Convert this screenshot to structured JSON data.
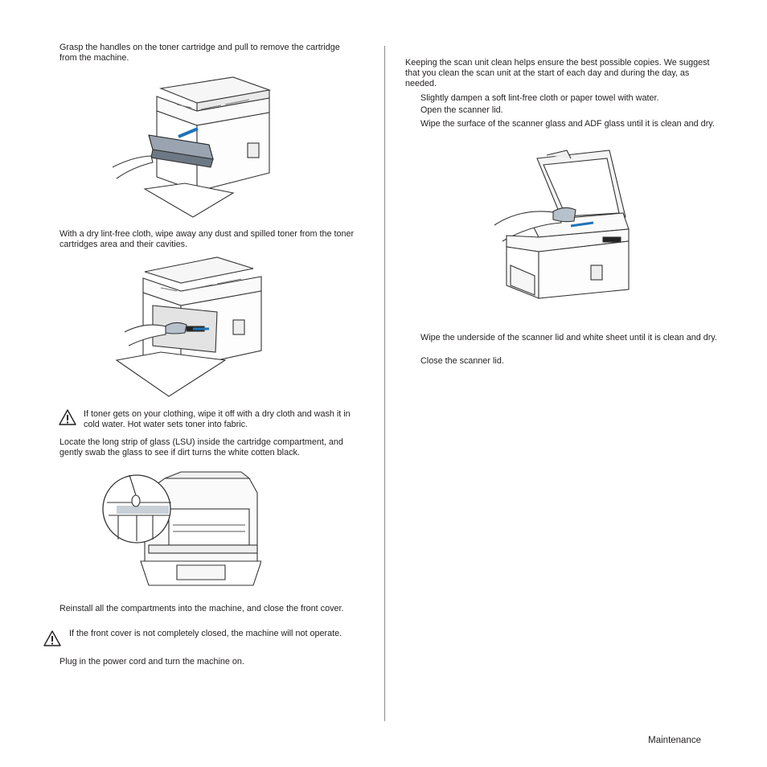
{
  "left": {
    "step_remove_cartridge": "Grasp the handles on the toner cartridge and pull to remove the cartridge from the machine.",
    "step_wipe_dust": "With a dry lint-free cloth, wipe away any dust and spilled toner from the toner cartridges area and their cavities.",
    "caution_toner_clothing": "If toner gets on your clothing, wipe it off with a dry cloth and wash it in cold water. Hot water sets toner into fabric.",
    "step_locate_lsu": "Locate the long strip of glass (LSU) inside the cartridge compartment, and gently swab the glass to see if dirt turns the white cotten black.",
    "step_reinstall": "Reinstall all the compartments into the machine, and close the front cover.",
    "caution_front_cover": "If the front cover is not completely closed, the machine will not operate.",
    "step_plug_in": "Plug in the power cord and turn the machine on."
  },
  "right": {
    "intro": "Keeping the scan unit clean helps ensure the best possible copies. We suggest that you clean the scan unit at the start of each day and during the day, as needed.",
    "step_dampen": "Slightly dampen a soft lint-free cloth or paper towel with water.",
    "step_open_lid": "Open the scanner lid.",
    "step_wipe_glass": "Wipe the surface of the scanner glass and ADF glass until it is clean and dry.",
    "step_wipe_lid": "Wipe the underside of the scanner lid and white sheet until it is clean and dry.",
    "step_close_lid": "Close the scanner lid."
  },
  "footer": {
    "section": "Maintenance"
  },
  "icons": {
    "warning": "warning-triangle-icon"
  },
  "colors": {
    "text": "#231f20",
    "divider": "#8c8c8c",
    "highlight_blue": "#1f73b7"
  }
}
